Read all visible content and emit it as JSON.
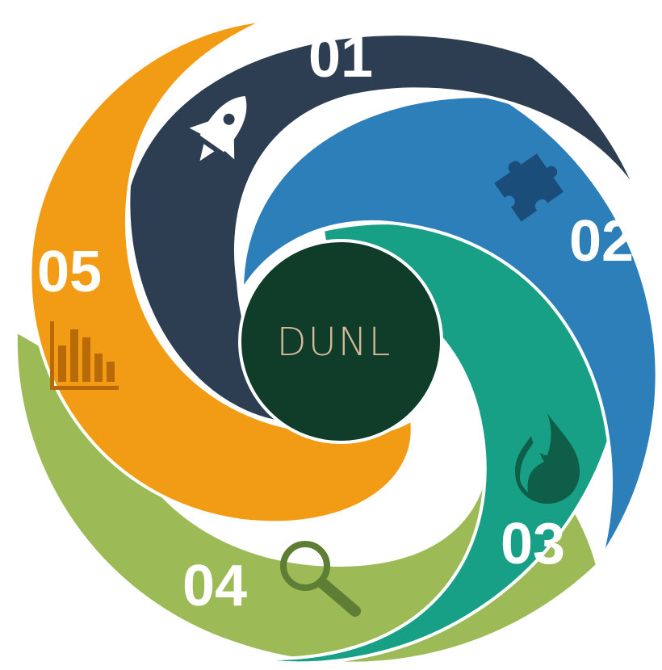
{
  "segments": [
    {
      "number": "01",
      "icon": "rocket-icon",
      "color": "#2e3e52"
    },
    {
      "number": "02",
      "icon": "puzzle-icon",
      "color": "#2d7fba"
    },
    {
      "number": "03",
      "icon": "fire-icon",
      "color": "#17a085"
    },
    {
      "number": "04",
      "icon": "magnifier-icon",
      "color": "#9cbb57"
    },
    {
      "number": "05",
      "icon": "bar-chart-icon",
      "color": "#f29c16"
    }
  ],
  "center": {
    "logo_text": "DUNL",
    "color": "#0f3d2a",
    "logo_color": "#d6b89b"
  }
}
